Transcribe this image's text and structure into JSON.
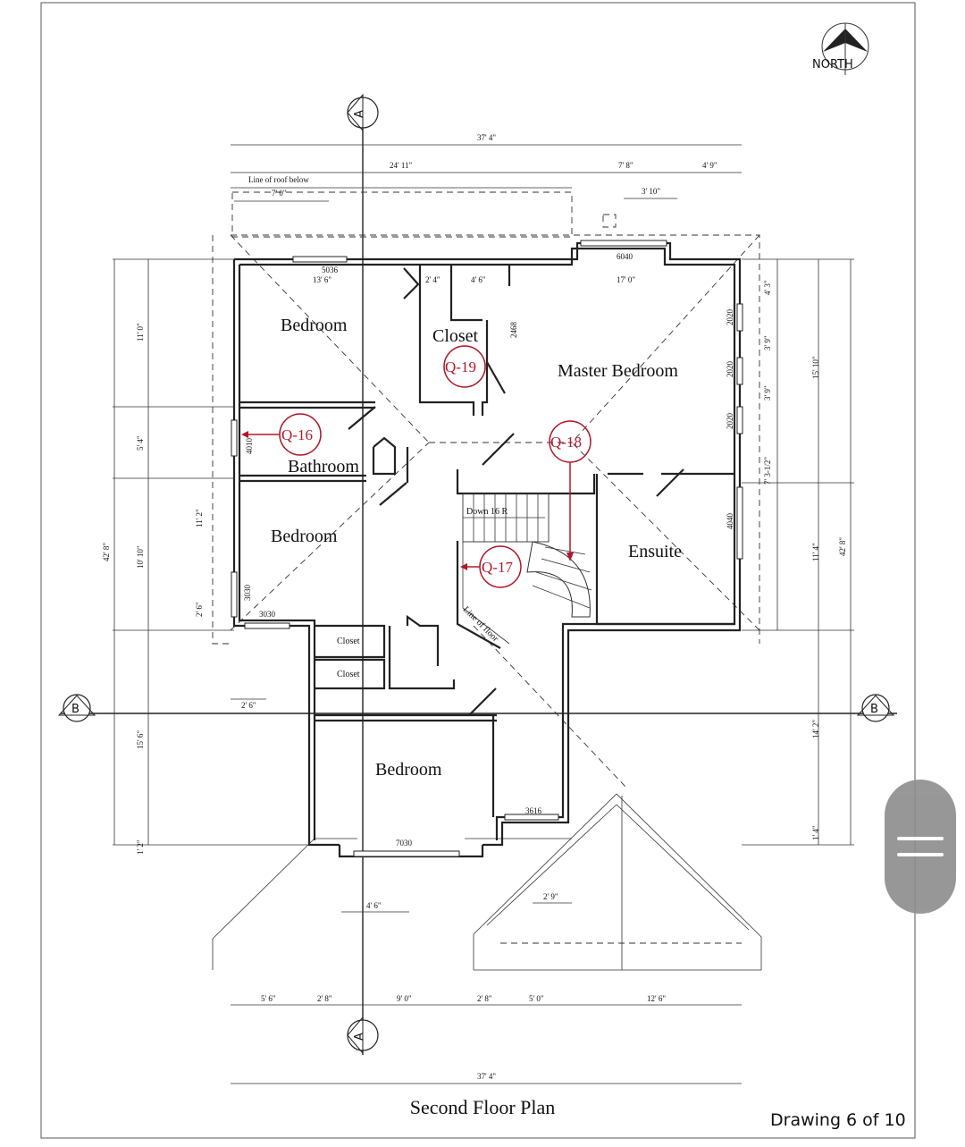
{
  "drawing": {
    "title": "Second Floor Plan",
    "sheet_label": "Drawing 6 of 10",
    "north_label": "NORTH",
    "section_a": "A",
    "section_b": "B"
  },
  "rooms": {
    "bedroom_nw": "Bedroom",
    "closet_main": "Closet",
    "master_bedroom": "Master Bedroom",
    "bathroom": "Bathroom",
    "bedroom_w": "Bedroom",
    "ensuite": "Ensuite",
    "closet_small_1": "Closet",
    "closet_small_2": "Closet",
    "bedroom_s": "Bedroom"
  },
  "annotations": {
    "q16": "Q-16",
    "q17": "Q-17",
    "q18": "Q-18",
    "q19": "Q-19",
    "stairs": "Down 16 R",
    "line_of_floor": "Line of floor",
    "line_of_roof": "Line of roof below",
    "door_2468": "2468"
  },
  "dimensions": {
    "top_overall": "37' 4\"",
    "top_left": "24' 11\"",
    "top_mid": "7' 8\"",
    "top_right": "4' 9\"",
    "top_3_10": "3' 10\"",
    "roof_7_0": "7' 0\"",
    "bed_13_6": "13' 6\"",
    "d_2_4": "2' 4\"",
    "d_4_6": "4' 6\"",
    "d_17_0": "17' 0\"",
    "win_5036": "5036",
    "win_6040": "6040",
    "win_4010": "4010",
    "win_3030a": "3030",
    "win_3030b": "3030",
    "win_2020a": "2020",
    "win_2020b": "2020",
    "win_2020c": "2020",
    "win_4040": "4040",
    "win_3616": "3616",
    "win_7030": "7030",
    "left_11_0": "11' 0\"",
    "left_5_4": "5' 4\"",
    "left_11_2": "11' 2\"",
    "left_10_10": "10' 10\"",
    "left_2_6": "2' 6\"",
    "left_42_8": "42' 8\"",
    "left_15_6": "15' 6\"",
    "left_1_2": "1' 2\"",
    "right_4_3": "4' 3\"",
    "right_3_9a": "3' 9\"",
    "right_3_9b": "3' 9\"",
    "right_15_10": "15' 10\"",
    "right_7_3_half": "7' 3-1/2\"",
    "right_11_4": "11' 4\"",
    "right_42_8": "42' 8\"",
    "right_14_2": "14' 2\"",
    "right_1_4": "1' 4\"",
    "mid_2_6": "2' 6\"",
    "mid_4_6": "4' 6\"",
    "mid_2_9": "2' 9\"",
    "bot_5_6": "5' 6\"",
    "bot_2_8a": "2' 8\"",
    "bot_9_0": "9' 0\"",
    "bot_2_8b": "2' 8\"",
    "bot_5_0": "5' 0\"",
    "bot_12_6": "12' 6\"",
    "bot_overall": "37' 4\""
  },
  "colors": {
    "annotation": "#b0182a",
    "linework": "#222222",
    "scroll_handle": "#8f8f8f"
  }
}
